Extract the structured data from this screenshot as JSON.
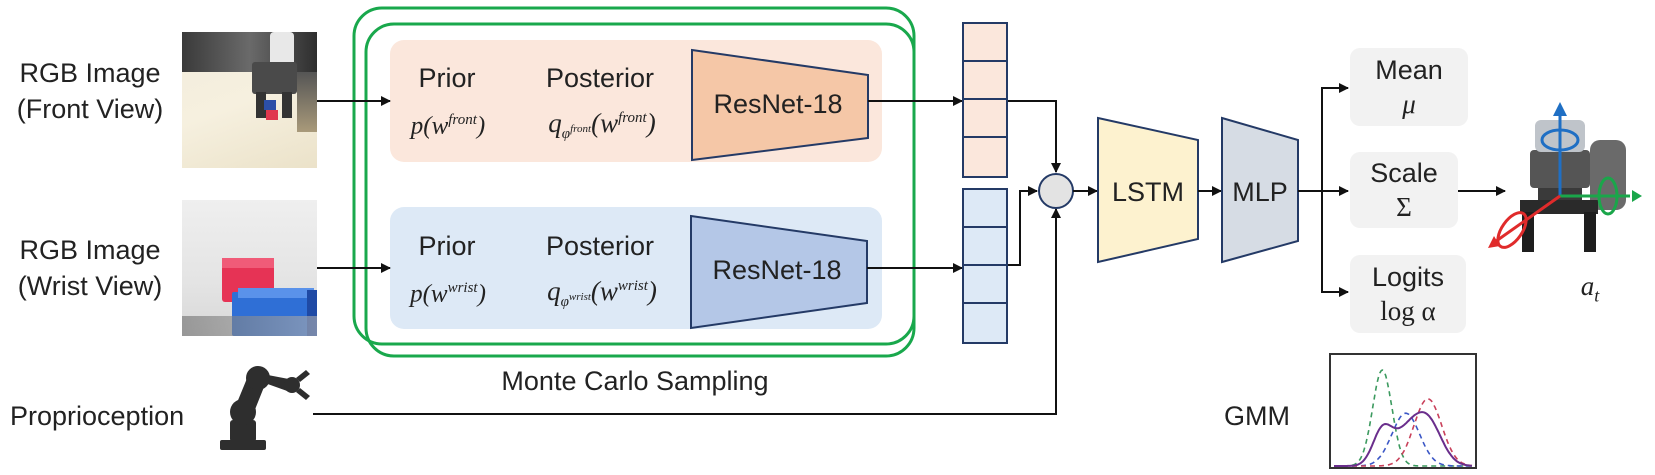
{
  "inputs": {
    "front": {
      "line1": "RGB Image",
      "line2": "(Front View)"
    },
    "wrist": {
      "line1": "RGB Image",
      "line2": "(Wrist View)"
    },
    "proprio": "Proprioception"
  },
  "branches": {
    "front": {
      "prior_label": "Prior",
      "prior_formula": "p(w",
      "prior_sup": "front",
      "posterior_label": "Posterior",
      "posterior_q": "q",
      "posterior_sub": "φ",
      "posterior_subsub": "front",
      "posterior_w": "(w",
      "posterior_sup": "front",
      "encoder": "ResNet-18"
    },
    "wrist": {
      "prior_label": "Prior",
      "prior_formula": "p(w",
      "prior_sup": "wrist",
      "posterior_label": "Posterior",
      "posterior_q": "q",
      "posterior_sub": "φ",
      "posterior_subsub": "wrist",
      "posterior_w": "(w",
      "posterior_sup": "wrist",
      "encoder": "ResNet-18"
    }
  },
  "close_paren": ")",
  "sampling_label": "Monte Carlo Sampling",
  "lstm": "LSTM",
  "mlp": "MLP",
  "outputs": {
    "mean": {
      "label": "Mean",
      "symbol": "μ"
    },
    "scale": {
      "label": "Scale",
      "symbol": "Σ"
    },
    "logits": {
      "label": "Logits",
      "symbol": "log α"
    }
  },
  "action": {
    "base": "a",
    "sub": "t"
  },
  "gmm_label": "GMM",
  "colors": {
    "front_panel": "#fbe7dc",
    "front_encoder": "#f5c7a7",
    "wrist_panel": "#dde9f6",
    "wrist_encoder": "#b4c7e7",
    "sampling_border": "#19a84c",
    "lstm": "#fdf2cf",
    "mlp": "#d6dce4",
    "gmm_green": "#3c9a5f",
    "gmm_blue": "#3b57c6",
    "gmm_red": "#c9405a",
    "gmm_purple": "#6a2e8c"
  }
}
